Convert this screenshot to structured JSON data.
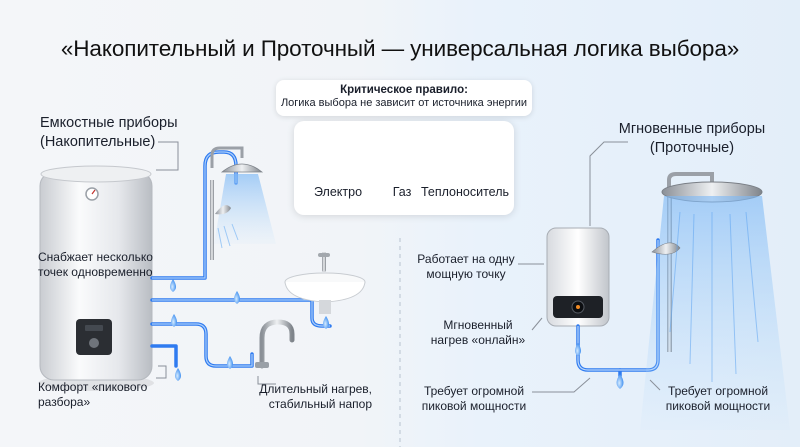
{
  "title": "«Накопительный и Проточный — универсальная логика выбора»",
  "left": {
    "heading_line1": "Емкостные приборы",
    "heading_line2": "(Накопительные)",
    "label_multi_line1": "Снабжает несколько",
    "label_multi_line2": "точек одновременно",
    "label_peak_line1": "Комфорт «пикового",
    "label_peak_line2": "разбора»",
    "label_long_line1": "Длительный нагрев,",
    "label_long_line2": "стабильный напор"
  },
  "rule": {
    "title": "Критическое правило:",
    "subtitle": "Логика выбора не зависит от источника энергии"
  },
  "sources": [
    {
      "label": "Электро",
      "icon": "plug-icon"
    },
    {
      "label": "Газ",
      "icon": "flame-icon"
    },
    {
      "label": "Теплоноситель",
      "icon": "coil-icon"
    }
  ],
  "right": {
    "heading_line1": "Мгновенные приборы",
    "heading_line2": "(Проточные)",
    "label_one_line1": "Работает на одну",
    "label_one_line2": "мощную точку",
    "label_instant_line1": "Мгновенный",
    "label_instant_line2": "нагрев «онлайн»",
    "label_power_a_line1": "Требует огромной",
    "label_power_a_line2": "пиковой мощности",
    "label_power_b_line1": "Требует огромной",
    "label_power_b_line2": "пиковой мощности"
  },
  "colors": {
    "pipe": "#2f7bf0",
    "electric": "#f08a24",
    "gas": "#1f6ff2",
    "coil": "#e2632b",
    "text": "#1a1f2b"
  }
}
